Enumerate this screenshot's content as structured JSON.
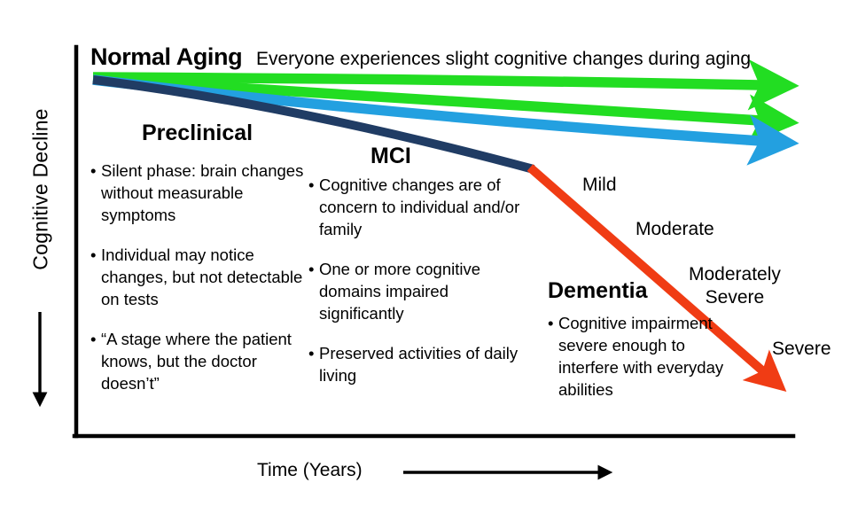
{
  "axes": {
    "y_label": "Cognitive Decline",
    "x_label": "Time (Years)"
  },
  "stages": {
    "normal_aging": {
      "heading": "Normal Aging",
      "subtitle": "Everyone experiences slight cognitive changes during aging"
    },
    "preclinical": {
      "heading": "Preclinical",
      "bullets": [
        "Silent phase: brain changes without measurable symptoms",
        "Individual may notice changes, but not detectable on tests",
        "“A stage where the patient knows, but the doctor doesn’t”"
      ]
    },
    "mci": {
      "heading": "MCI",
      "bullets": [
        "Cognitive changes are of concern to individual and/or family",
        "One or more cognitive domains impaired significantly",
        "Preserved activities of daily living"
      ]
    },
    "dementia": {
      "heading": "Dementia",
      "bullets": [
        "Cognitive impairment severe enough to interfere with everyday abilities"
      ]
    }
  },
  "severity_labels": [
    {
      "name": "mild",
      "text": "Mild"
    },
    {
      "name": "moderate",
      "text": "Moderate"
    },
    {
      "name": "moderately-severe",
      "line1": "Moderately",
      "line2": "Severe"
    },
    {
      "name": "severe",
      "text": "Severe"
    }
  ],
  "bullet_marker": "•",
  "colors": {
    "green": "#22dd22",
    "light_blue": "#23a0e0",
    "navy": "#203c64",
    "red": "#f03c14",
    "axis": "#000000",
    "text": "#000000",
    "background": "#ffffff"
  },
  "chart_data": {
    "type": "line",
    "title": "Cognitive Decline over Time",
    "xlabel": "Time (Years)",
    "ylabel": "Cognitive Decline",
    "grid": false,
    "legend": "none",
    "note": "Conceptual trajectory diagram: downward y-axis means increasing cognitive decline.",
    "series": [
      {
        "name": "normal-aging-upper",
        "color": "#22dd22",
        "points": [
          [
            105,
            87
          ],
          [
            887,
            97
          ]
        ]
      },
      {
        "name": "normal-aging-lower",
        "color": "#22dd22",
        "points": [
          [
            105,
            88
          ],
          [
            887,
            137
          ]
        ]
      },
      {
        "name": "preclinical",
        "color": "#23a0e0",
        "points": [
          [
            105,
            89
          ],
          [
            887,
            160
          ]
        ]
      },
      {
        "name": "mci",
        "color": "#203c64",
        "points": [
          [
            105,
            89
          ],
          [
            601,
            192
          ]
        ]
      },
      {
        "name": "dementia",
        "color": "#f03c14",
        "points": [
          [
            601,
            192
          ],
          [
            888,
            443
          ]
        ]
      }
    ]
  }
}
